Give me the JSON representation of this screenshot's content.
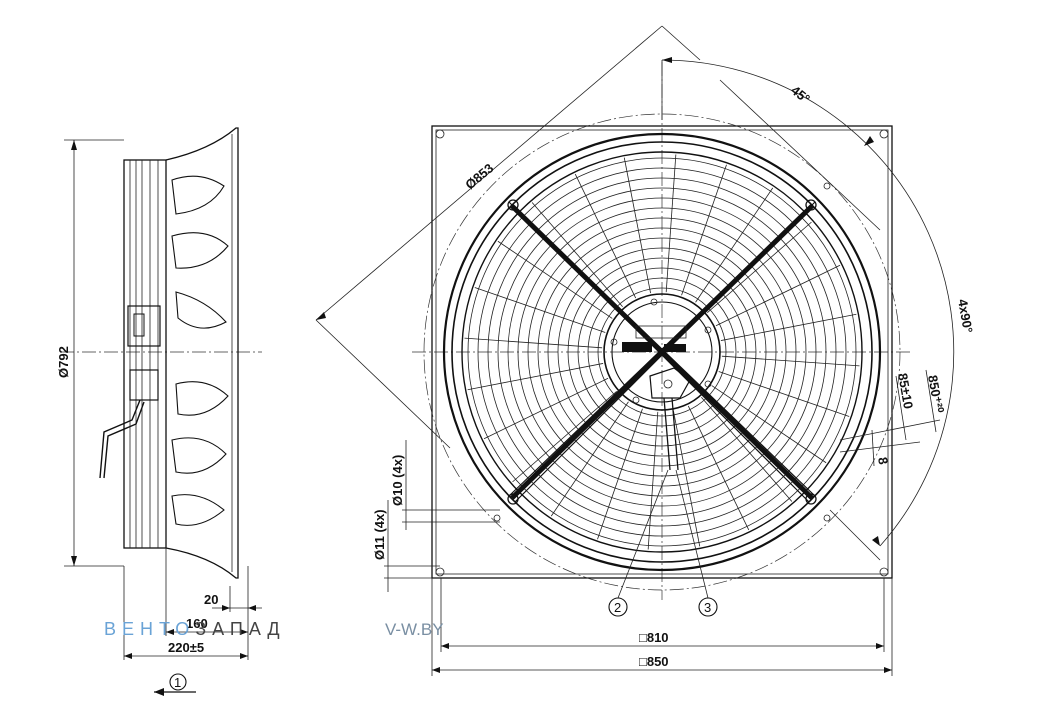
{
  "dimensions": {
    "side_diameter": "Ø792",
    "side_depth": "220±5",
    "side_160": "160",
    "side_20": "20",
    "front_diag": "Ø853",
    "angle_45": "45°",
    "angle_4x90": "4x90°",
    "square_810": "□810",
    "square_850": "□850",
    "hole_10": "Ø10 (4x)",
    "hole_11": "Ø11 (4x)",
    "dim_85": "85±10",
    "dim_850": "850⁺²⁰",
    "dim_8": "8"
  },
  "callouts": {
    "c1": "1",
    "c2": "2",
    "c3": "3"
  },
  "watermark": {
    "brand_a": "ВЕНТО",
    "brand_b": "ЗАПАД",
    "site": "V-W.BY"
  }
}
